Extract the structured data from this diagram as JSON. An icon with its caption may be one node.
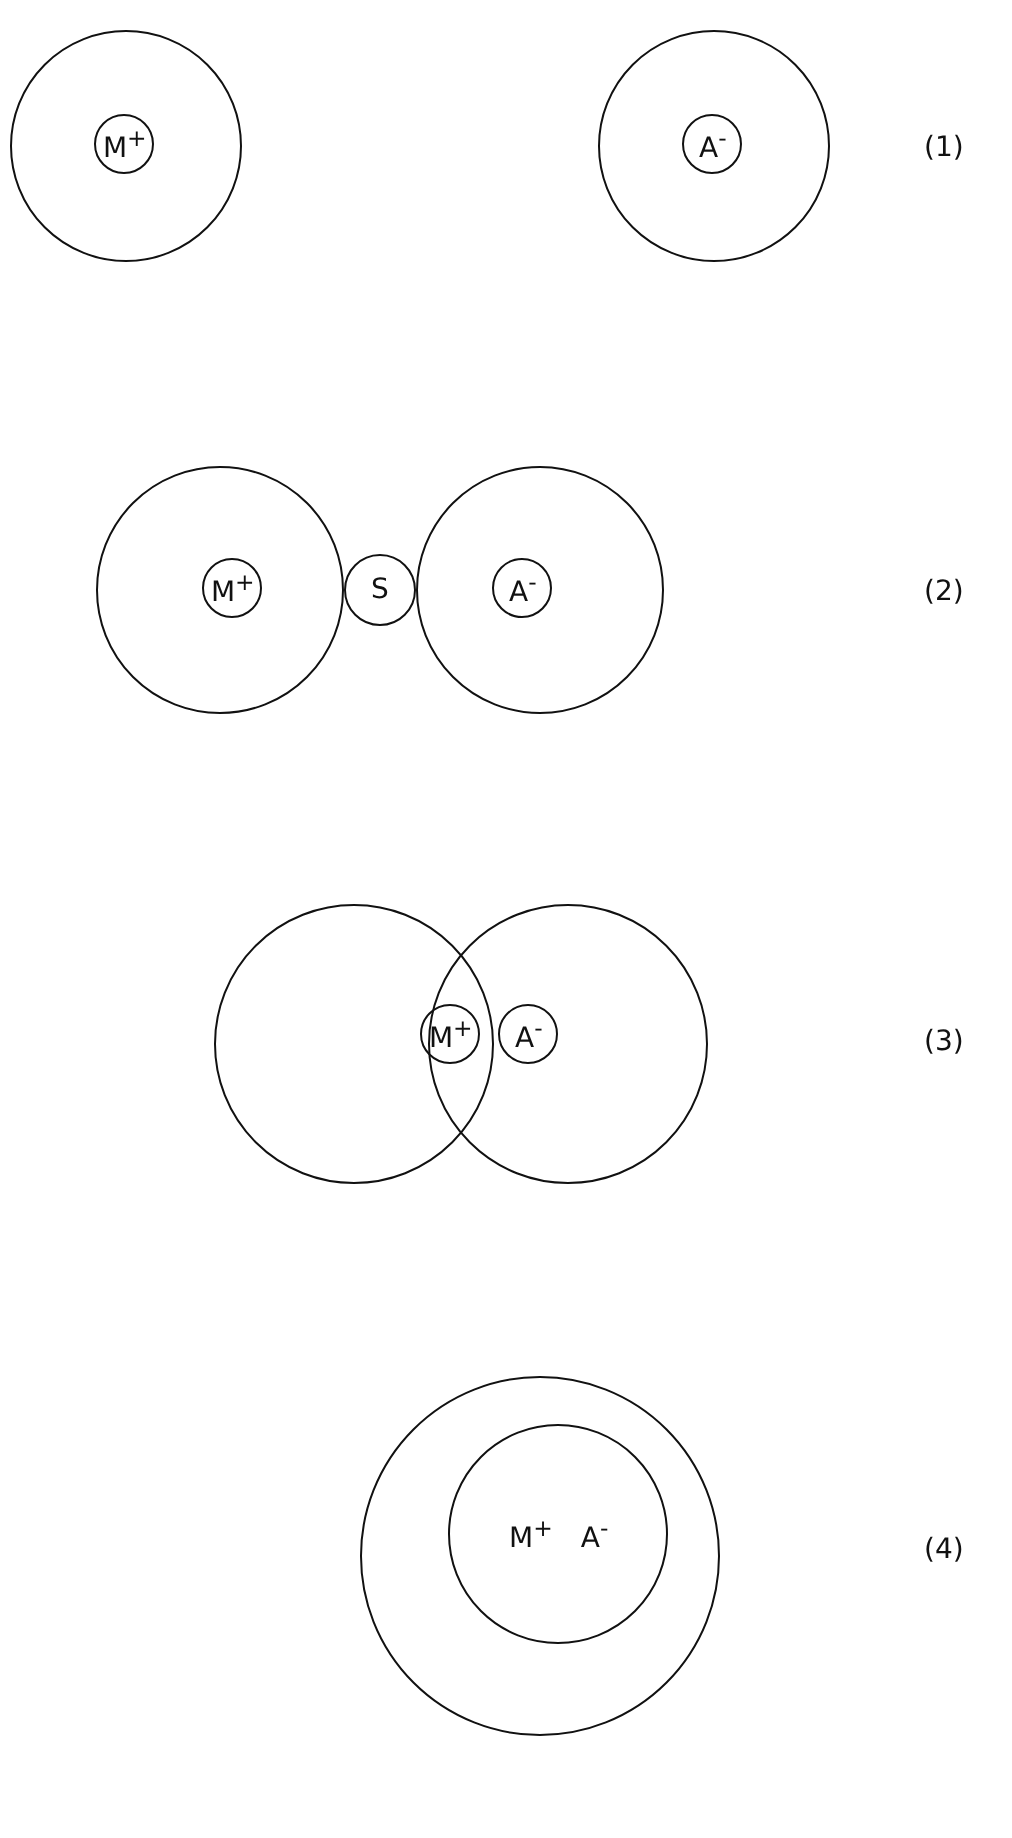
{
  "diagram": {
    "nodes": [
      {
        "text": [],
        "shape": "circle"
      },
      {
        "text": [
          "M$^{+}$"
        ],
        "in": 0
      },
      {
        "text": [],
        "shape": "circle"
      },
      {
        "text": [
          "A$^{-}$"
        ],
        "in": 2
      },
      {
        "text": [],
        "shape": "circle"
      },
      {
        "text": [
          "M$^{+}$"
        ],
        "in": 4
      },
      {
        "text": [
          "S"
        ]
      },
      {
        "text": [],
        "shape": "circle"
      },
      {
        "text": [
          "A$^{-}$"
        ],
        "in": 7
      },
      {
        "text": [],
        "shape": "circle"
      },
      {
        "text": [],
        "shape": "circle"
      },
      {
        "text": [
          "M$^{+}$"
        ],
        "in": 9
      },
      {
        "text": [
          "A$^{-}$"
        ],
        "in": 10
      },
      {
        "text": [],
        "shape": "circle"
      },
      {
        "text": [
          "M$^{+}$",
          "A$^{-}$"
        ],
        "in": 13
      }
    ],
    "labels": [
      "(1)",
      "(2)",
      "(3)",
      "(4)"
    ]
  }
}
